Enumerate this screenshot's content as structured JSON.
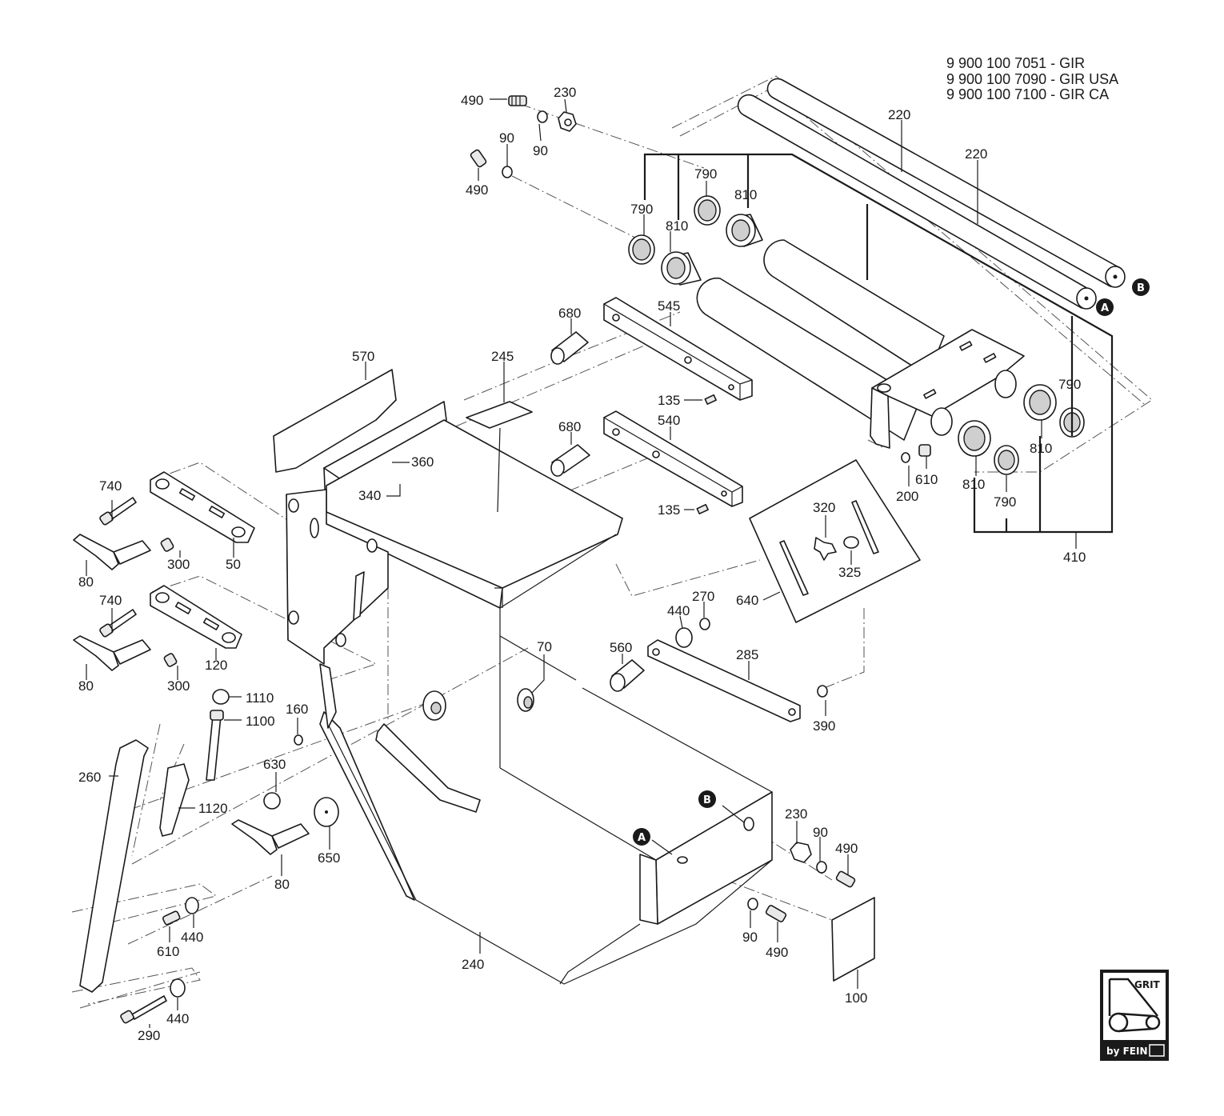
{
  "header": {
    "lines": [
      "9 900 100 7051 - GIR",
      "9 900 100 7090 - GIR USA",
      "9 900 100 7100 - GIR CA"
    ]
  },
  "markers": {
    "a": "A",
    "b": "B"
  },
  "logo": {
    "brand": "GRIT",
    "sub": "by FEIN"
  },
  "labels": {
    "l490a": "490",
    "l230a": "230",
    "l90a": "90",
    "l90b": "90",
    "l490b": "490",
    "l220a": "220",
    "l220b": "220",
    "l790a": "790",
    "l790b": "790",
    "l810a": "810",
    "l810b": "810",
    "l680a": "680",
    "l545": "545",
    "l245": "245",
    "l570": "570",
    "l135a": "135",
    "l680b": "680",
    "l540": "540",
    "l135b": "135",
    "l360": "360",
    "l340": "340",
    "l740a": "740",
    "l50": "50",
    "l300a": "300",
    "l80a": "80",
    "l740b": "740",
    "l120": "120",
    "l300b": "300",
    "l80b": "80",
    "l1110": "1110",
    "l1100": "1100",
    "l160": "160",
    "l630": "630",
    "l260": "260",
    "l1120": "1120",
    "l80c": "80",
    "l650": "650",
    "l610a": "610",
    "l440a": "440",
    "l290": "290",
    "l440b": "440",
    "l240": "240",
    "l70": "70",
    "l560": "560",
    "l285": "285",
    "l440c": "440",
    "l270": "270",
    "l390": "390",
    "l320": "320",
    "l325": "325",
    "l640": "640",
    "l200": "200",
    "l610b": "610",
    "l790c": "790",
    "l810c": "810",
    "l810d": "810",
    "l790d": "790",
    "l410": "410",
    "l230b": "230",
    "l90c": "90",
    "l490c": "490",
    "l90d": "90",
    "l490d": "490",
    "l100": "100"
  }
}
